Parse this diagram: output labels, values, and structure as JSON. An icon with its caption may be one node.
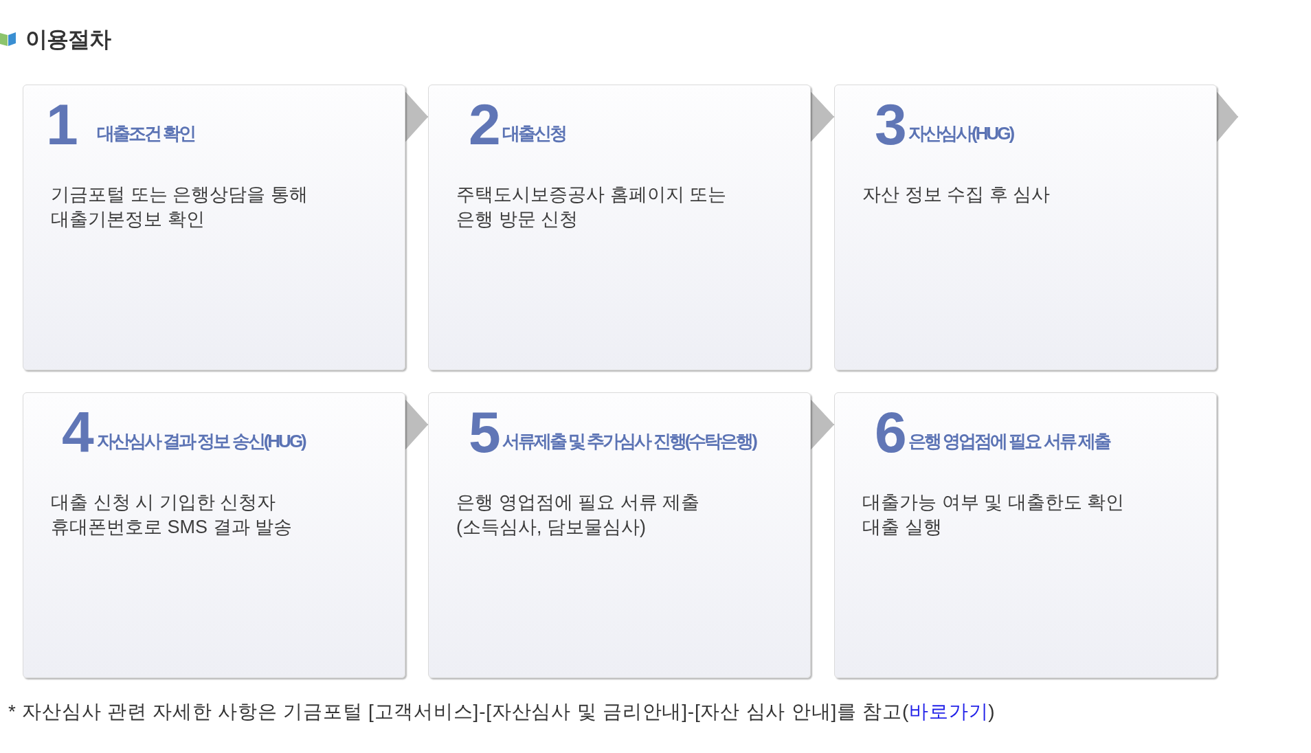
{
  "diagram": {
    "title": "이용절차",
    "nodes": [
      {
        "text": [
          "1",
          "대출조건 확인",
          "기금포털 또는 은행상담을 통해 대출기본정보 확인"
        ]
      },
      {
        "text": [
          "2",
          "대출신청",
          "주택도시보증공사 홈페이지 또는 은행 방문 신청"
        ]
      },
      {
        "text": [
          "3",
          "자산심사(HUG)",
          "자산 정보 수집 후 심사"
        ]
      },
      {
        "text": [
          "4",
          "자산심사 결과 정보 송신(HUG)",
          "대출 신청 시 기입한 신청자 휴대폰번호로 SMS 결과 발송"
        ]
      },
      {
        "text": [
          "5",
          "서류제출 및 추가심사 진행(수탁은행)",
          "은행 영업점에 필요 서류 제출 (소득심사, 담보물심사)"
        ]
      },
      {
        "text": [
          "6",
          "은행 영업점에 필요 서류 제출",
          "대출가능 여부 및 대출한도 확인 대출 실행"
        ]
      }
    ],
    "edges": [
      {
        "from": 0,
        "to": 1,
        "arrow": "to"
      },
      {
        "from": 1,
        "to": 2,
        "arrow": "to"
      },
      {
        "from": 2,
        "to": null,
        "arrow": "to"
      },
      {
        "from": 3,
        "to": 4,
        "arrow": "to"
      },
      {
        "from": 4,
        "to": 5,
        "arrow": "to"
      }
    ],
    "labels": [
      "* 자산심사 관련 자세한 사항은 기금포털 [고객서비스]-[자산심사 및 금리안내]-[자산 심사 안내]를 참고(",
      "바로가기",
      ")"
    ]
  }
}
